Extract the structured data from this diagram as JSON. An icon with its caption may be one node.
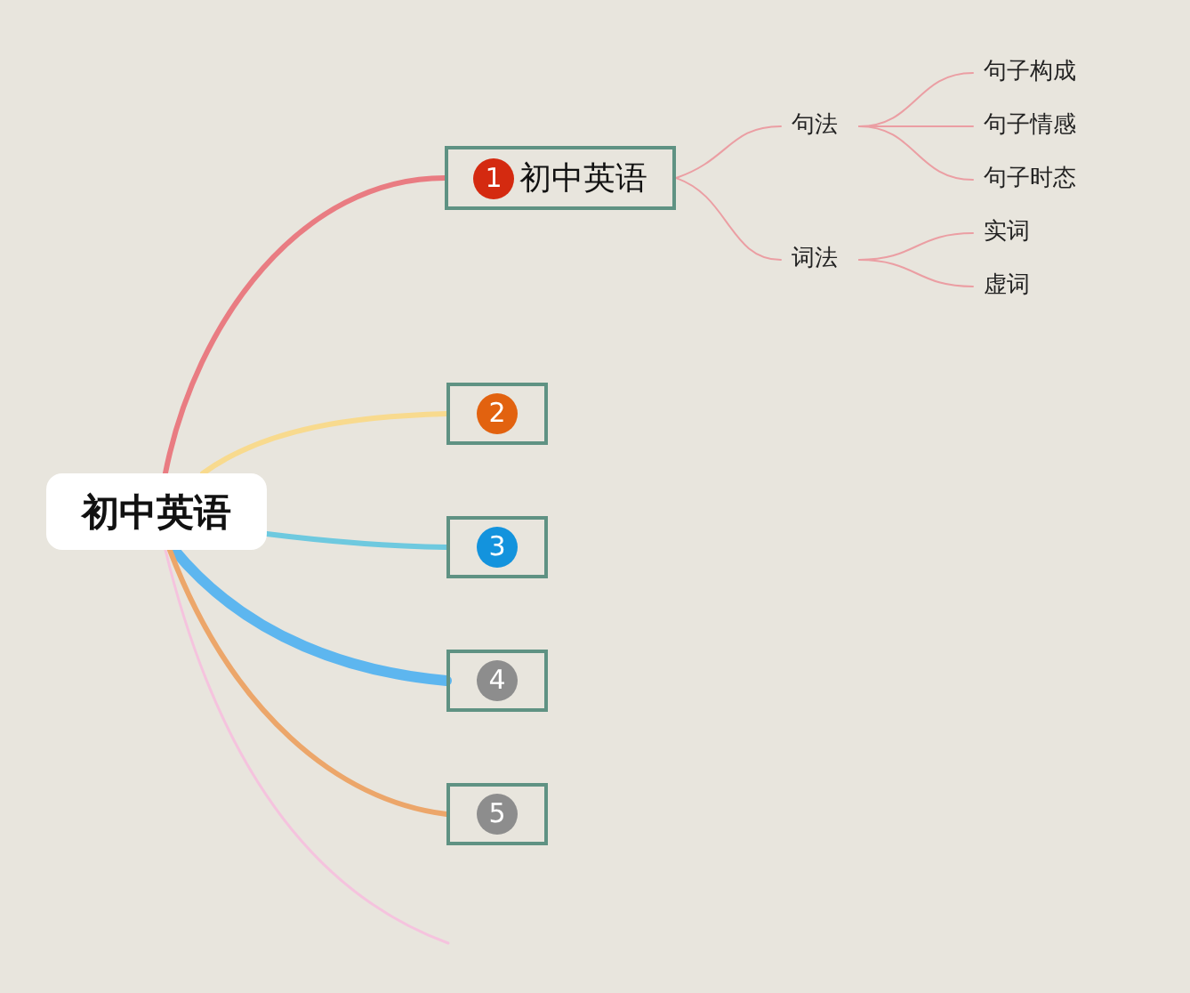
{
  "diagram": {
    "nodes": [
      {
        "text": [
          "初中英语"
        ]
      },
      {
        "text": [
          "1",
          "初中英语"
        ]
      },
      {
        "text": [
          "2"
        ]
      },
      {
        "text": [
          "3"
        ]
      },
      {
        "text": [
          "4"
        ]
      },
      {
        "text": [
          "5"
        ]
      },
      {
        "text": [
          "句法"
        ]
      },
      {
        "text": [
          "词法"
        ]
      },
      {
        "text": [
          "句子构成"
        ]
      },
      {
        "text": [
          "句子情感"
        ]
      },
      {
        "text": [
          "句子时态"
        ]
      },
      {
        "text": [
          "实词"
        ]
      },
      {
        "text": [
          "虚词"
        ]
      }
    ],
    "edges": [
      {
        "from": 0,
        "to": 1,
        "arrow": "none",
        "style": "thick",
        "color": "#e97c82"
      },
      {
        "from": 0,
        "to": 2,
        "arrow": "none",
        "style": "thick",
        "color": "#f8da8e"
      },
      {
        "from": 0,
        "to": 3,
        "arrow": "none",
        "style": "thick",
        "color": "#6ec9df"
      },
      {
        "from": 0,
        "to": 4,
        "arrow": "none",
        "style": "thick",
        "color": "#5db6ef"
      },
      {
        "from": 0,
        "to": 5,
        "arrow": "none",
        "style": "thick",
        "color": "#eca66a"
      },
      {
        "from": 0,
        "to": null,
        "arrow": "none",
        "color": "#f5c3de"
      },
      {
        "from": 1,
        "to": 6,
        "arrow": "none"
      },
      {
        "from": 1,
        "to": 7,
        "arrow": "none"
      },
      {
        "from": 6,
        "to": 8,
        "arrow": "none"
      },
      {
        "from": 6,
        "to": 9,
        "arrow": "none"
      },
      {
        "from": 6,
        "to": 10,
        "arrow": "none"
      },
      {
        "from": 7,
        "to": 11,
        "arrow": "none"
      },
      {
        "from": 7,
        "to": 12,
        "arrow": "none"
      }
    ]
  }
}
